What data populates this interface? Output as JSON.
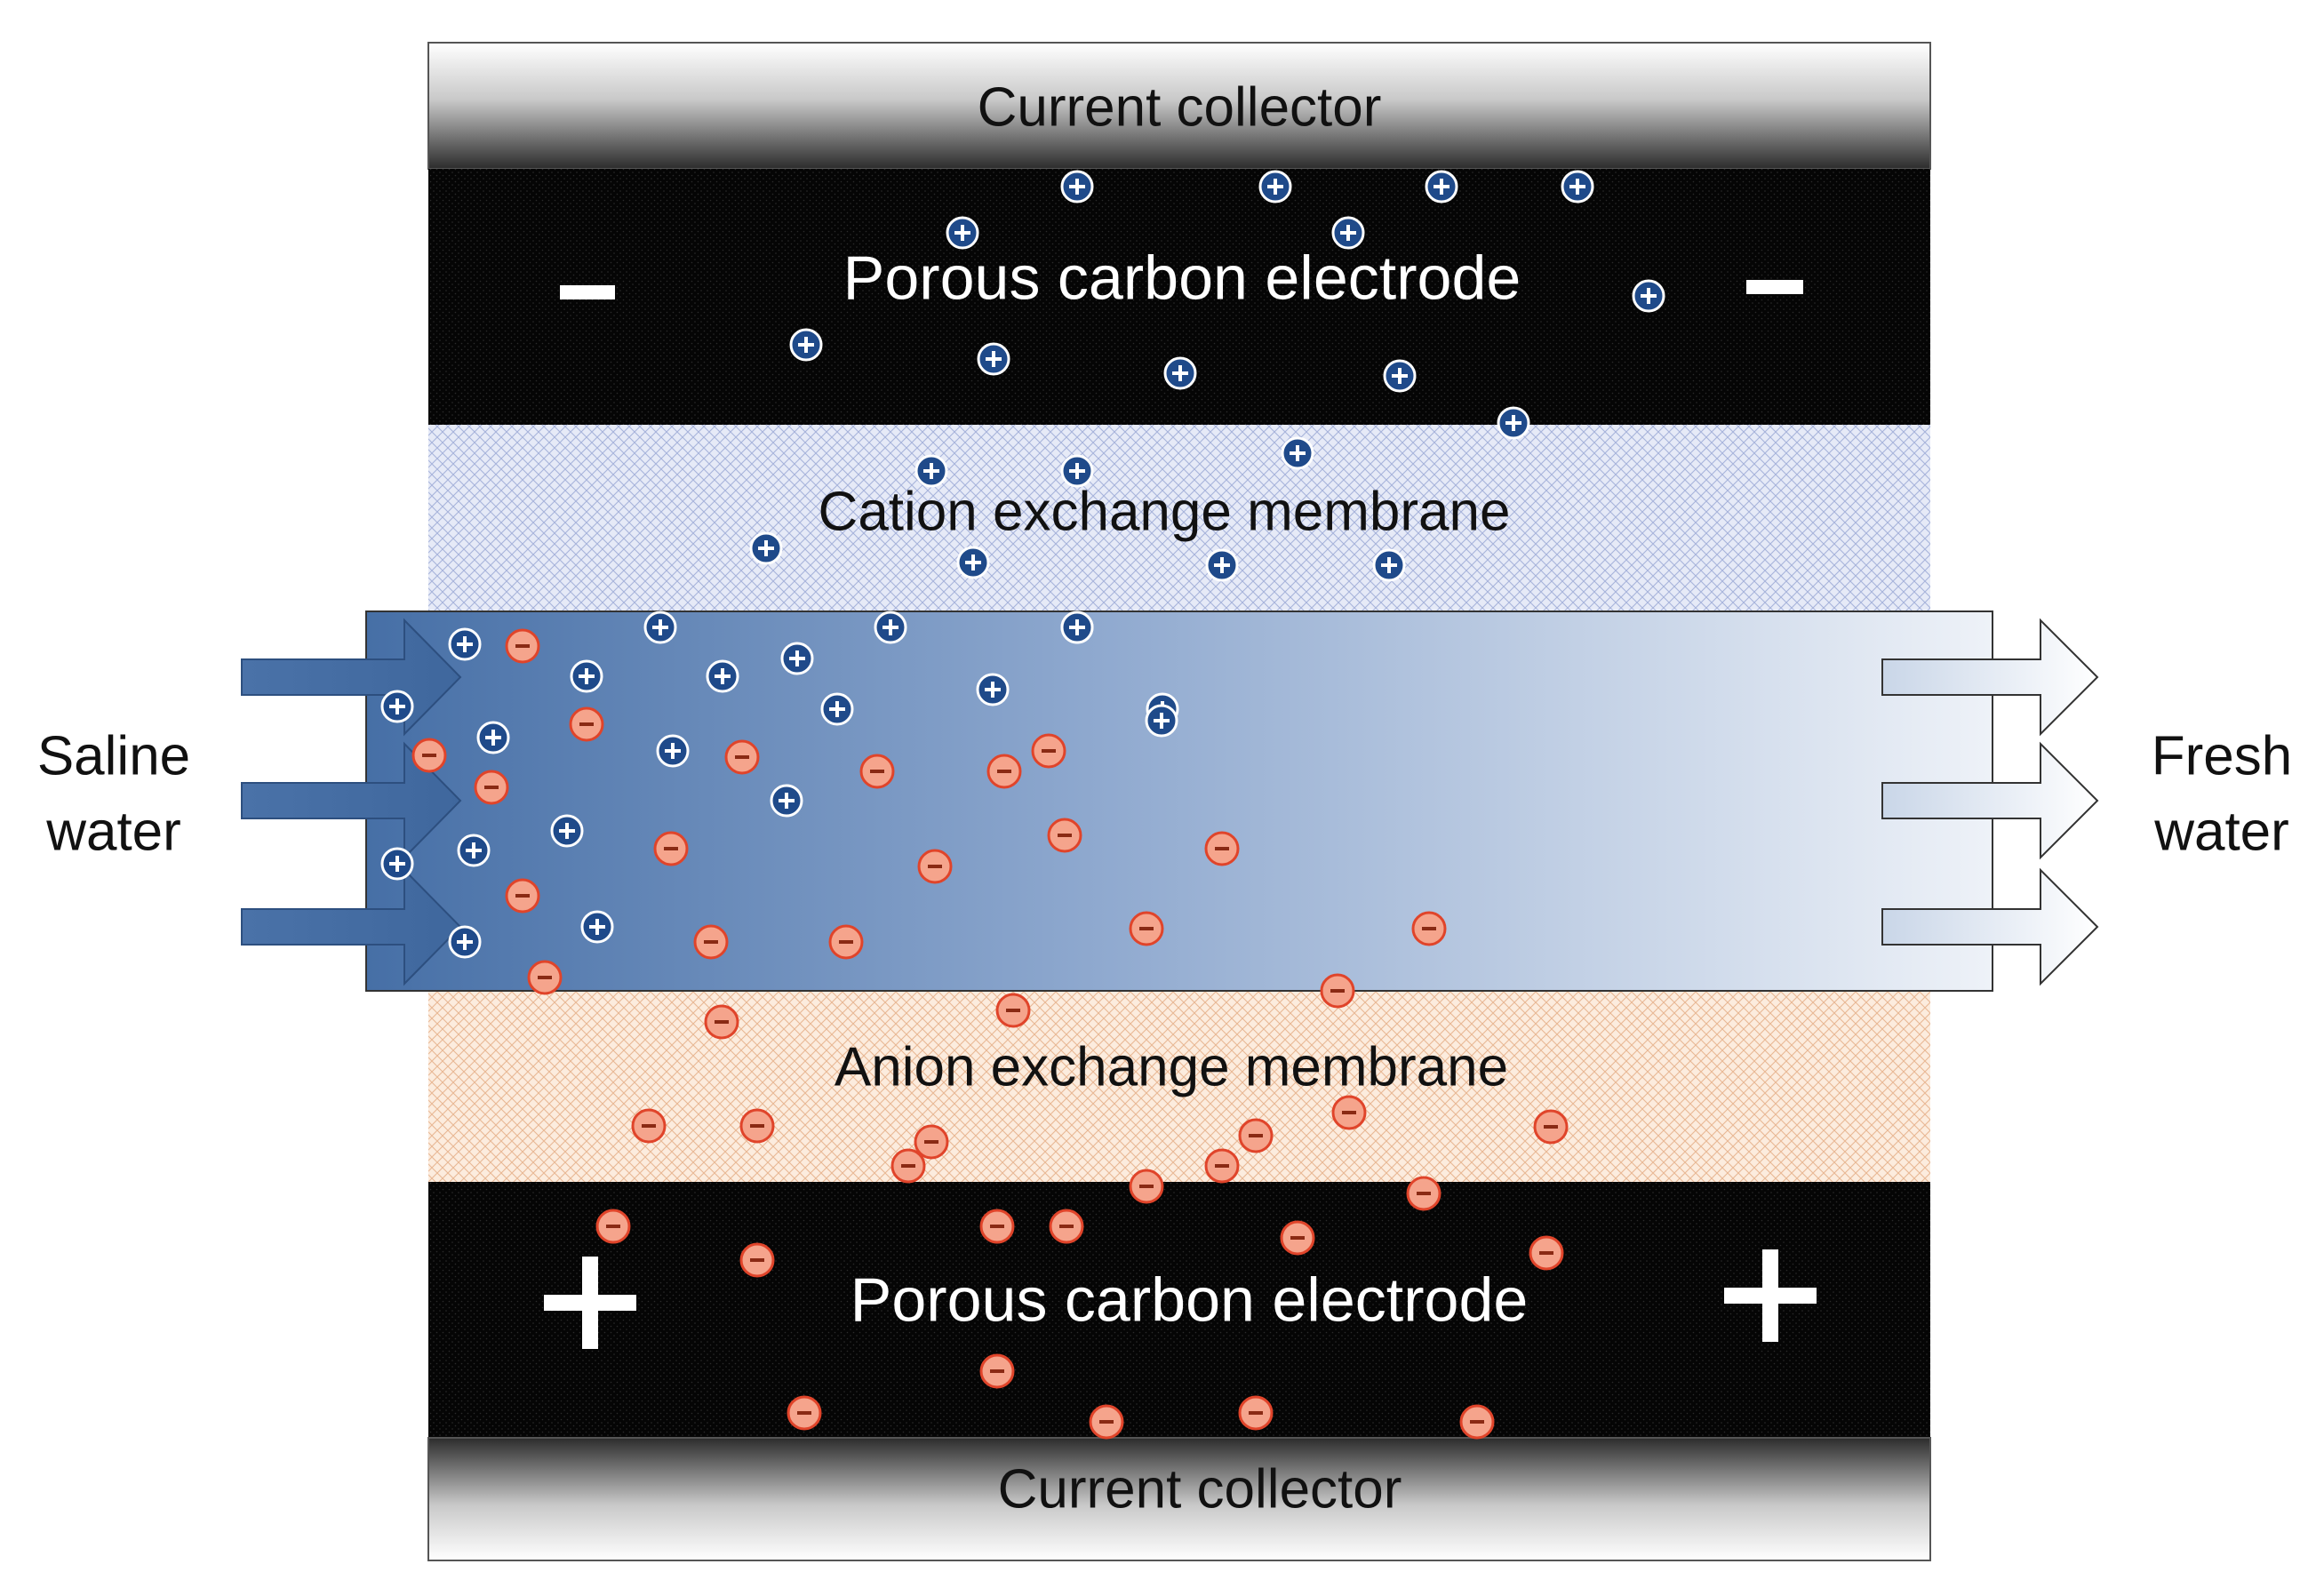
{
  "labels": {
    "collector_top": "Current collector",
    "collector_bottom": "Current collector",
    "electrode_top": "Porous carbon electrode",
    "electrode_bottom": "Porous carbon electrode",
    "cation_membrane": "Cation exchange membrane",
    "anion_membrane": "Anion exchange membrane",
    "inlet_line1": "Saline",
    "inlet_line2": "water",
    "outlet_line1": "Fresh",
    "outlet_line2": "water",
    "electrode_top_sign": "−",
    "electrode_bottom_sign": "+",
    "cation_symbol": "+",
    "anion_symbol": "−"
  },
  "colors": {
    "electrode": "#0a0a0a",
    "cation_membrane": "#e3e8f6",
    "anion_membrane": "#fbeadb",
    "channel_inlet": "#4a72a8",
    "channel_outlet": "#eef2f8",
    "cation_ion": "#1f4a8a",
    "anion_ion": "#f5a48c",
    "anion_ion_stroke": "#e0442a"
  },
  "counts": {
    "cations": 40,
    "anions": 42
  }
}
